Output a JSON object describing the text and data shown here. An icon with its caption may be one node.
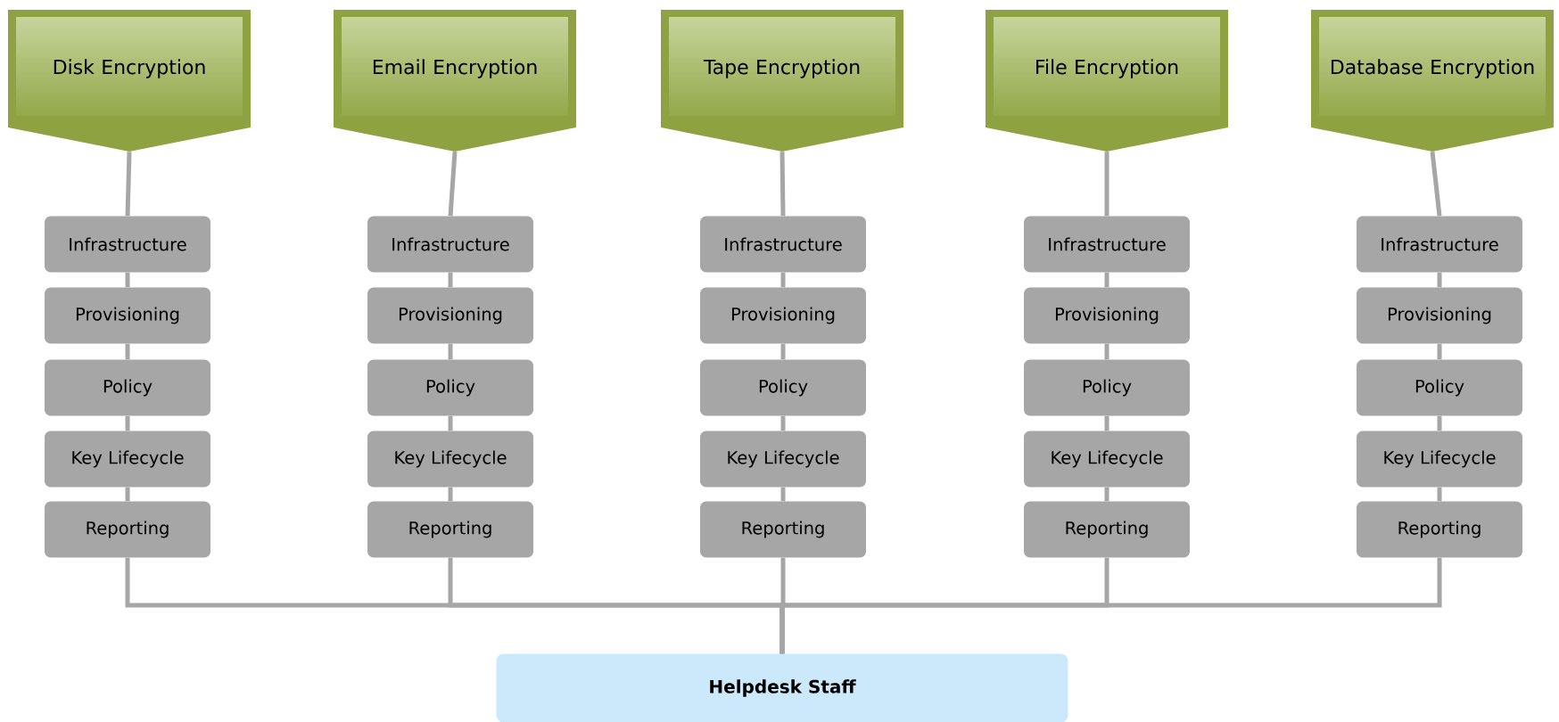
{
  "diagram": {
    "nodes": [
      {
        "text": [
          "Disk Encryption"
        ]
      },
      {
        "text": [
          "Infrastructure"
        ]
      },
      {
        "text": [
          "Provisioning"
        ]
      },
      {
        "text": [
          "Policy"
        ]
      },
      {
        "text": [
          "Key Lifecycle"
        ]
      },
      {
        "text": [
          "Reporting"
        ]
      },
      {
        "text": [
          "Email Encryption"
        ]
      },
      {
        "text": [
          "Infrastructure"
        ]
      },
      {
        "text": [
          "Provisioning"
        ]
      },
      {
        "text": [
          "Policy"
        ]
      },
      {
        "text": [
          "Key Lifecycle"
        ]
      },
      {
        "text": [
          "Reporting"
        ]
      },
      {
        "text": [
          "Tape Encryption"
        ]
      },
      {
        "text": [
          "Infrastructure"
        ]
      },
      {
        "text": [
          "Provisioning"
        ]
      },
      {
        "text": [
          "Policy"
        ]
      },
      {
        "text": [
          "Key Lifecycle"
        ]
      },
      {
        "text": [
          "Reporting"
        ]
      },
      {
        "text": [
          "File Encryption"
        ]
      },
      {
        "text": [
          "Infrastructure"
        ]
      },
      {
        "text": [
          "Provisioning"
        ]
      },
      {
        "text": [
          "Policy"
        ]
      },
      {
        "text": [
          "Key Lifecycle"
        ]
      },
      {
        "text": [
          "Reporting"
        ]
      },
      {
        "text": [
          "Database Encryption"
        ]
      },
      {
        "text": [
          "Infrastructure"
        ]
      },
      {
        "text": [
          "Provisioning"
        ]
      },
      {
        "text": [
          "Policy"
        ]
      },
      {
        "text": [
          "Key Lifecycle"
        ]
      },
      {
        "text": [
          "Reporting"
        ]
      },
      {
        "text": [
          "Helpdesk Staff"
        ]
      }
    ],
    "edges": [
      {
        "from": 0,
        "to": 1,
        "arrow": "none"
      },
      {
        "from": 1,
        "to": 2,
        "arrow": "none"
      },
      {
        "from": 2,
        "to": 3,
        "arrow": "none"
      },
      {
        "from": 3,
        "to": 4,
        "arrow": "none"
      },
      {
        "from": 4,
        "to": 5,
        "arrow": "none"
      },
      {
        "from": 5,
        "to": 30,
        "arrow": "none"
      },
      {
        "from": 6,
        "to": 7,
        "arrow": "none"
      },
      {
        "from": 7,
        "to": 8,
        "arrow": "none"
      },
      {
        "from": 8,
        "to": 9,
        "arrow": "none"
      },
      {
        "from": 9,
        "to": 10,
        "arrow": "none"
      },
      {
        "from": 10,
        "to": 11,
        "arrow": "none"
      },
      {
        "from": 11,
        "to": 30,
        "arrow": "none"
      },
      {
        "from": 12,
        "to": 13,
        "arrow": "none"
      },
      {
        "from": 13,
        "to": 14,
        "arrow": "none"
      },
      {
        "from": 14,
        "to": 15,
        "arrow": "none"
      },
      {
        "from": 15,
        "to": 16,
        "arrow": "none"
      },
      {
        "from": 16,
        "to": 17,
        "arrow": "none"
      },
      {
        "from": 17,
        "to": 30,
        "arrow": "none"
      },
      {
        "from": 18,
        "to": 19,
        "arrow": "none"
      },
      {
        "from": 19,
        "to": 20,
        "arrow": "none"
      },
      {
        "from": 20,
        "to": 21,
        "arrow": "none"
      },
      {
        "from": 21,
        "to": 22,
        "arrow": "none"
      },
      {
        "from": 22,
        "to": 23,
        "arrow": "none"
      },
      {
        "from": 23,
        "to": 30,
        "arrow": "none"
      },
      {
        "from": 24,
        "to": 25,
        "arrow": "none"
      },
      {
        "from": 25,
        "to": 26,
        "arrow": "none"
      },
      {
        "from": 26,
        "to": 27,
        "arrow": "none"
      },
      {
        "from": 27,
        "to": 28,
        "arrow": "none"
      },
      {
        "from": 28,
        "to": 29,
        "arrow": "none"
      },
      {
        "from": 29,
        "to": 30,
        "arrow": "none"
      }
    ]
  }
}
